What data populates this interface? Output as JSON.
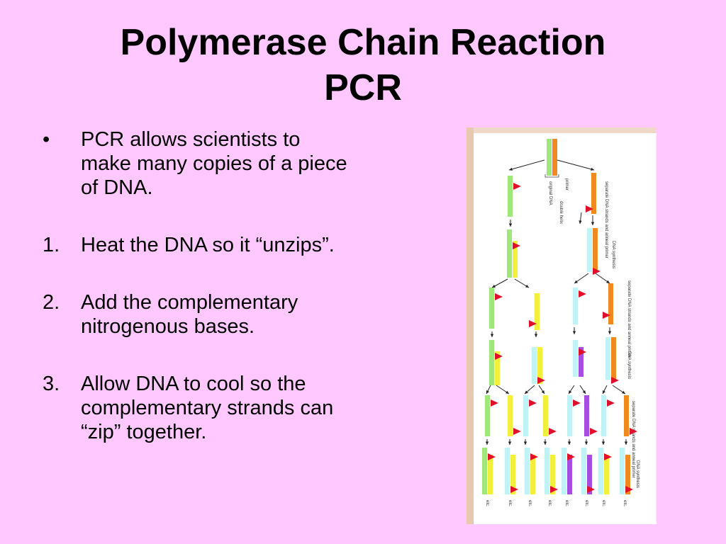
{
  "title": {
    "line1": "Polymerase Chain Reaction",
    "line2": "PCR"
  },
  "items": [
    {
      "marker": "•",
      "text": "PCR allows scientists to make many copies of  a piece of DNA."
    },
    {
      "marker": "1.",
      "text": "Heat the DNA so it “unzips”."
    },
    {
      "marker": "2.",
      "text": "Add the complementary nitrogenous bases."
    },
    {
      "marker": "3.",
      "text": "Allow DNA to cool so the complementary strands can “zip” together."
    }
  ],
  "figure": {
    "labels": {
      "original": "original DNA",
      "separate1": "separate DNA strands and anneal primer",
      "primer": "primer",
      "helix": "double helix",
      "synthesis1": "DNA synthesis",
      "separate2": "separate DNA strands and anneal primer",
      "synthesis2": "DNA synthesis",
      "separate3": "separate DNA strands and anneal primer",
      "synthesis3": "DNA synthesis",
      "etc": "etc."
    },
    "colors": {
      "green": "#9EE87A",
      "orange": "#F08A1E",
      "yellow": "#F2F03A",
      "cyan": "#BFF3F5",
      "purple": "#A64CE0",
      "red": "#E0102A"
    }
  }
}
